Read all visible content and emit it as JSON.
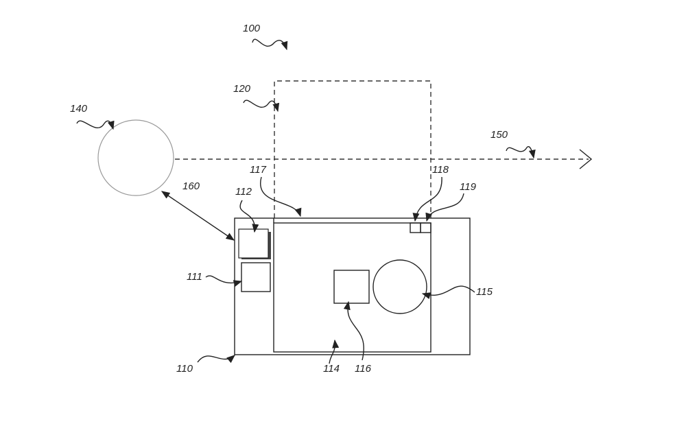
{
  "figure": {
    "labels": {
      "system": "100",
      "box": "110",
      "component_111": "111",
      "component_112": "112",
      "display_area": "114",
      "circle_element": "115",
      "square_element": "116",
      "strip": "117",
      "sensor_118": "118",
      "sensor_119": "119",
      "field_of_view": "120",
      "object": "140",
      "direction": "150",
      "link": "160"
    }
  }
}
